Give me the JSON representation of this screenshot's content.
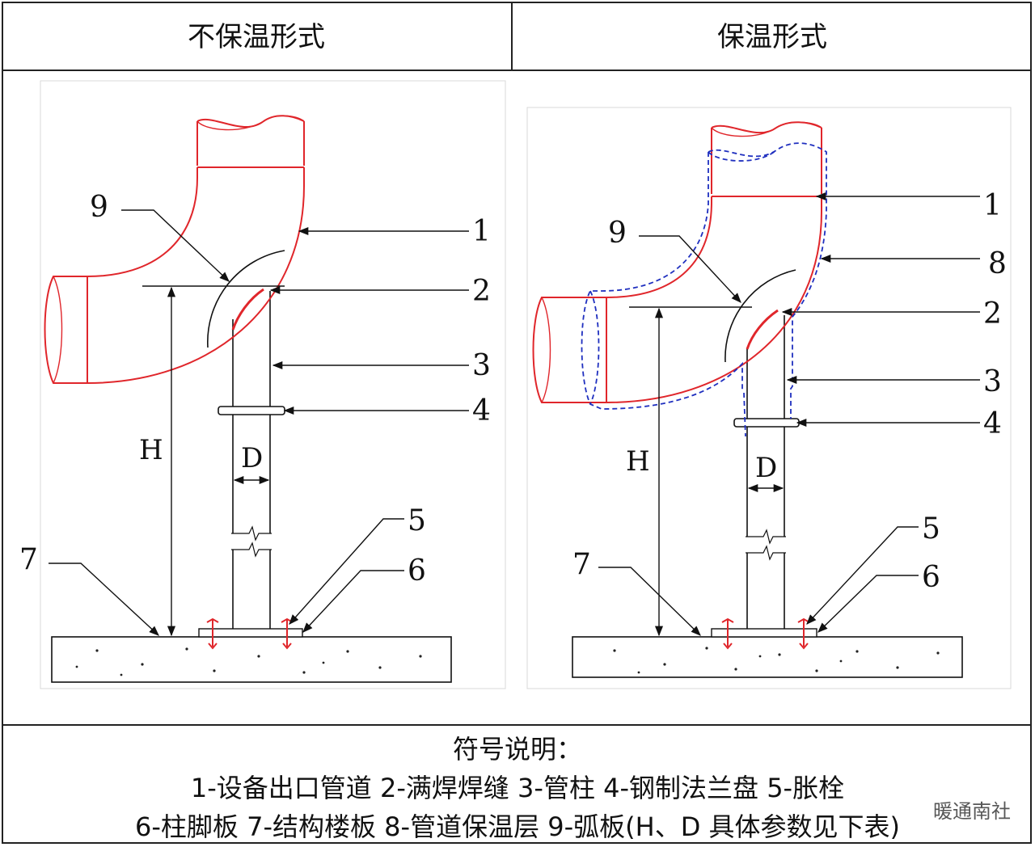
{
  "headers": {
    "left": "不保温形式",
    "right": "保温形式"
  },
  "left_diagram": {
    "callouts": [
      "9",
      "1",
      "2",
      "3",
      "4",
      "5",
      "6",
      "7"
    ],
    "dim_h": "H",
    "dim_d": "D"
  },
  "right_diagram": {
    "callouts": [
      "9",
      "1",
      "8",
      "2",
      "3",
      "4",
      "5",
      "6",
      "7"
    ],
    "dim_h": "H",
    "dim_d": "D"
  },
  "legend": {
    "title": "符号说明：",
    "line1": "1-设备出口管道 2-满焊焊缝 3-管柱 4-钢制法兰盘 5-胀栓",
    "line2": "6-柱脚板 7-结构楼板 8-管道保温层 9-弧板(H、D 具体参数见下表)"
  },
  "watermark": "暖通南社",
  "colors": {
    "pipe": "#e0262b",
    "insulation": "#1f2fbf",
    "line": "#111111"
  }
}
